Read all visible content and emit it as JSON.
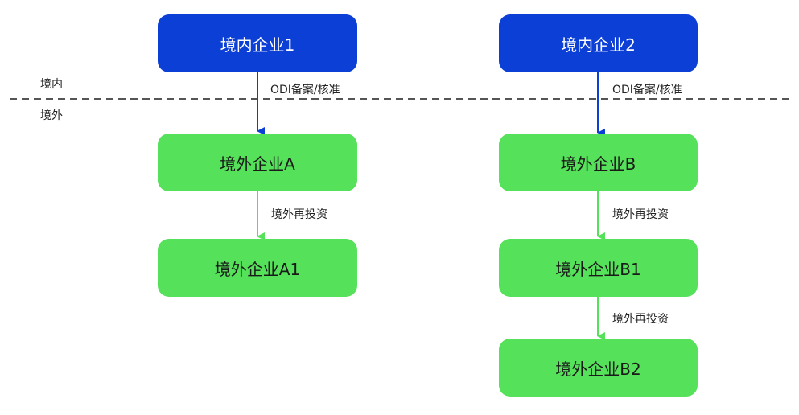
{
  "regions": {
    "domestic_label": "境内",
    "overseas_label": "境外"
  },
  "nodes": {
    "domestic_1": "境内企业1",
    "domestic_2": "境内企业2",
    "overseas_a": "境外企业A",
    "overseas_a1": "境外企业A1",
    "overseas_b": "境外企业B",
    "overseas_b1": "境外企业B1",
    "overseas_b2": "境外企业B2"
  },
  "edges": {
    "odi_label": "ODI备案/核准",
    "reinvest_label": "境外再投资"
  },
  "colors": {
    "domestic_fill": "#0c3fd6",
    "overseas_fill": "#55e159",
    "odi_arrow": "#0c3fd6",
    "reinvest_arrow": "#55e159",
    "border_line": "#555555"
  }
}
